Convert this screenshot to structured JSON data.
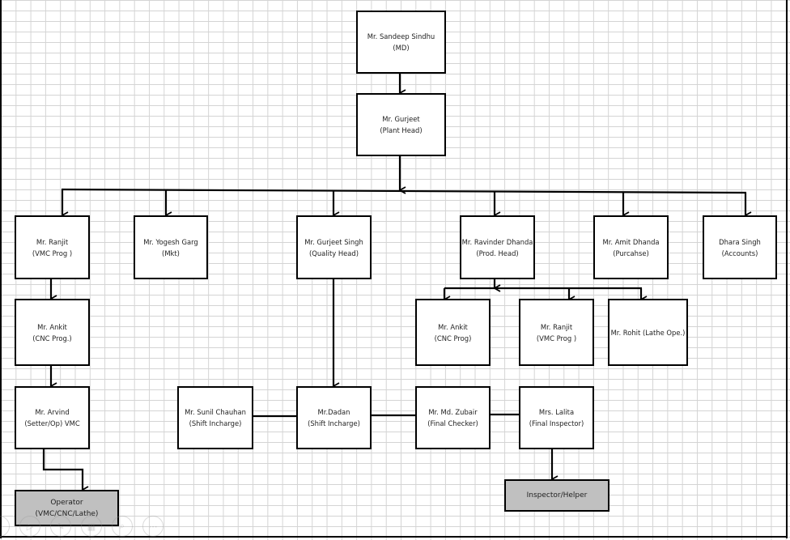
{
  "diagram": {
    "type": "org-chart",
    "nodes": {
      "md": {
        "name": "Mr. Sandeep Sindhu",
        "role": "(MD)"
      },
      "plant_head": {
        "name": "Mr. Gurjeet",
        "role": "(Plant Head)"
      },
      "vmc_prog_1": {
        "name": "Mr. Ranjit",
        "role": "(VMC Prog )"
      },
      "mkt": {
        "name": "Mr. Yogesh Garg",
        "role": "(Mkt)"
      },
      "quality_head": {
        "name": "Mr. Gurjeet Singh",
        "role": "(Quality Head)"
      },
      "prod_head": {
        "name": "Mr. Ravinder Dhanda",
        "role": "(Prod. Head)"
      },
      "purchase": {
        "name": "Mr. Amit Dhanda",
        "role": "(Purcahse)"
      },
      "accounts": {
        "name": "Dhara Singh",
        "role": "(Accounts)"
      },
      "cnc_prog_1": {
        "name": "Mr. Ankit",
        "role": "(CNC Prog.)"
      },
      "setter_op": {
        "name": "Mr. Arvind",
        "role": "(Setter/Op) VMC"
      },
      "operator": {
        "name": "Operator",
        "role": "(VMC/CNC/Lathe)"
      },
      "cnc_prog_2": {
        "name": "Mr. Ankit",
        "role": "(CNC Prog)"
      },
      "vmc_prog_2": {
        "name": "Mr. Ranjit",
        "role": "(VMC Prog )"
      },
      "lathe_op": {
        "name": "Mr. Rohit (Lathe Ope.)"
      },
      "shift_incharge_1": {
        "name": "Mr. Sunil Chauhan",
        "role": "(Shift Incharge)"
      },
      "shift_incharge_2": {
        "name": "Mr.Dadan",
        "role": "(Shift Incharge)"
      },
      "final_checker": {
        "name": "Mr. Md. Zubair",
        "role": "(Final Checker)"
      },
      "final_inspector": {
        "name": "Mrs. Lalita",
        "role": "(Final Inspector)"
      },
      "inspector_helper": {
        "name": "Inspector/Helper"
      }
    },
    "edges": [
      [
        "md",
        "plant_head"
      ],
      [
        "plant_head",
        "vmc_prog_1"
      ],
      [
        "plant_head",
        "mkt"
      ],
      [
        "plant_head",
        "quality_head"
      ],
      [
        "plant_head",
        "prod_head"
      ],
      [
        "plant_head",
        "purchase"
      ],
      [
        "plant_head",
        "accounts"
      ],
      [
        "vmc_prog_1",
        "cnc_prog_1"
      ],
      [
        "cnc_prog_1",
        "setter_op"
      ],
      [
        "setter_op",
        "operator"
      ],
      [
        "prod_head",
        "cnc_prog_2"
      ],
      [
        "prod_head",
        "vmc_prog_2"
      ],
      [
        "prod_head",
        "lathe_op"
      ],
      [
        "quality_head",
        "shift_incharge_2"
      ],
      [
        "final_inspector",
        "inspector_helper"
      ]
    ],
    "links": [
      [
        "shift_incharge_1",
        "shift_incharge_2"
      ],
      [
        "shift_incharge_2",
        "final_checker"
      ],
      [
        "final_checker",
        "final_inspector"
      ]
    ],
    "colors": {
      "box": "#ffffff",
      "leaf_box": "#c0c0c0",
      "line": "#000000",
      "grid": "#d4d4d4"
    }
  },
  "slideshow_toolbar": {
    "icons": [
      "back-icon",
      "play-icon",
      "pen-icon",
      "layout-icon",
      "zoom-icon",
      "more-icon"
    ],
    "glyphs": [
      "‹",
      "▷",
      "✎",
      "▦",
      "⌕",
      "⋯"
    ]
  }
}
